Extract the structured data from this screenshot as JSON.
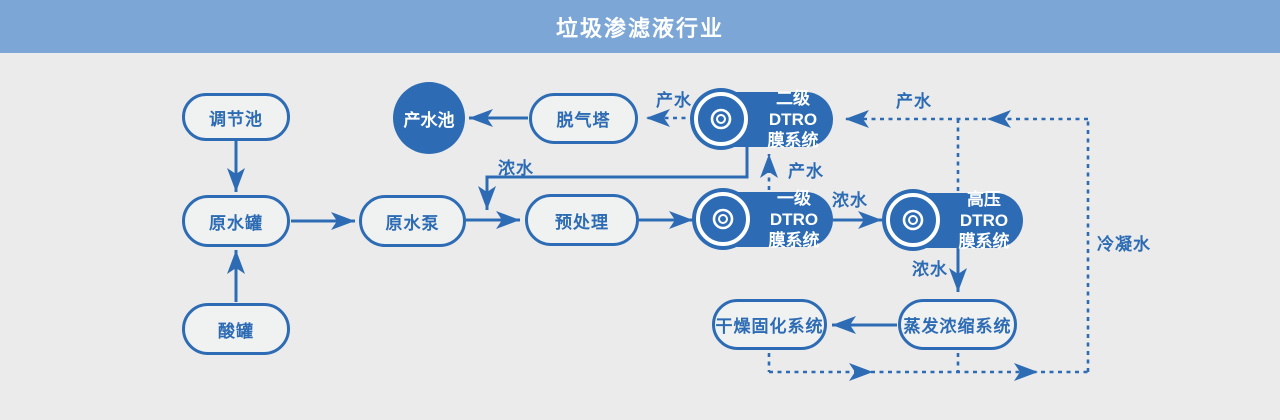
{
  "header": {
    "title": "垃圾渗滤液行业"
  },
  "colors": {
    "header_bg": "#7ba6d5",
    "accent_blue": "#2d6cb4",
    "canvas_bg": "#ebebeb",
    "node_text_light": "#ffffff"
  },
  "nodes": {
    "tiaojiechi": {
      "label": "调节池"
    },
    "yuanshuiguan": {
      "label": "原水罐"
    },
    "suanguan": {
      "label": "酸罐"
    },
    "yuanshuibeng": {
      "label": "原水泵"
    },
    "yuchuli": {
      "label": "预处理"
    },
    "chanshuichi": {
      "label": "产水池"
    },
    "tuoqita": {
      "label": "脱气塔"
    },
    "erji_dtro": {
      "line1": "二级DTRO",
      "line2": "膜系统"
    },
    "yiji_dtro": {
      "line1": "一级DTRO",
      "line2": "膜系统"
    },
    "gaoya_dtro": {
      "line1": "高压DTRO",
      "line2": "膜系统"
    },
    "zhengfa": {
      "label": "蒸发浓缩系统"
    },
    "ganzao": {
      "label": "干燥固化系统"
    }
  },
  "flow_labels": [
    {
      "id": "chanshui-erji-to-tuoqita",
      "text": "产水"
    },
    {
      "id": "chanshui-top-return",
      "text": "产水"
    },
    {
      "id": "chanshui-yiji-to-erji",
      "text": "产水"
    },
    {
      "id": "nongshui-erji-return",
      "text": "浓水"
    },
    {
      "id": "nongshui-yiji-to-gaoya",
      "text": "浓水"
    },
    {
      "id": "nongshui-gaoya-to-zhengfa",
      "text": "浓水"
    },
    {
      "id": "lengningshui-right",
      "text": "冷凝水"
    }
  ]
}
